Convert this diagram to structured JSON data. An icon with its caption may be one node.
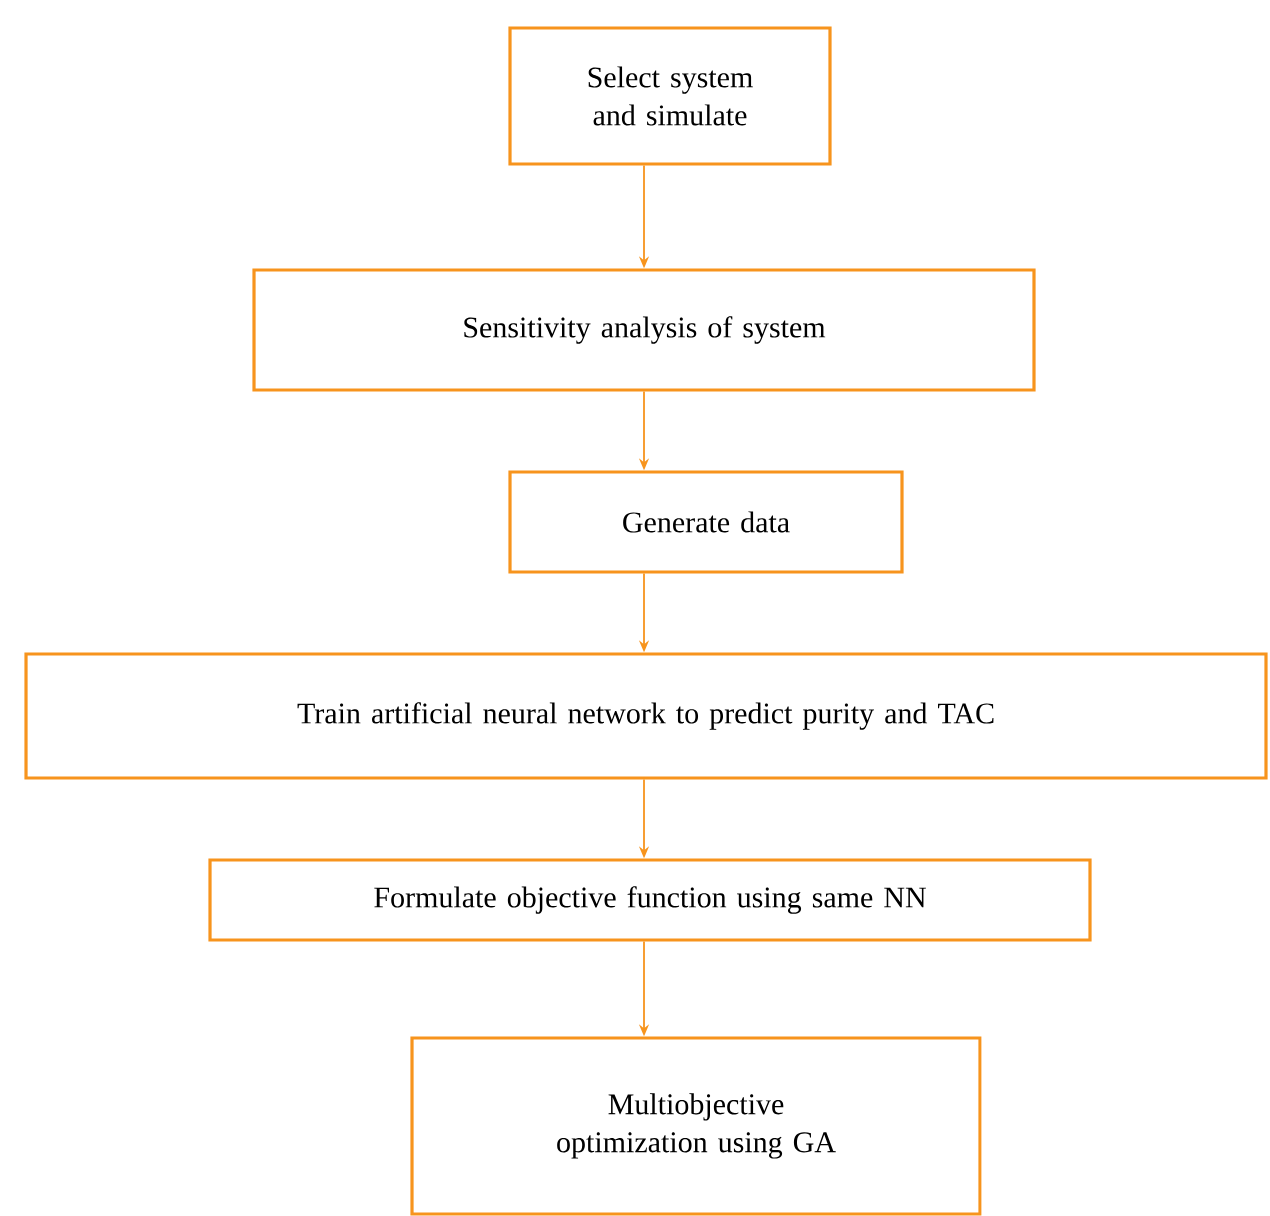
{
  "diagram": {
    "nodes": [
      {
        "text": [
          "Select system and simulate"
        ]
      },
      {
        "text": [
          "Sensitivity analysis of system"
        ]
      },
      {
        "text": [
          "Generate data"
        ]
      },
      {
        "text": [
          "Train artificial neural network to predict purity and TAC"
        ]
      },
      {
        "text": [
          "Formulate objective function using same NN"
        ]
      },
      {
        "text": [
          "Multiobjective optimization using GA"
        ]
      }
    ],
    "edges": [
      {
        "from": 0,
        "to": 1,
        "arrow": "to"
      },
      {
        "from": 1,
        "to": 2,
        "arrow": "to"
      },
      {
        "from": 2,
        "to": 3,
        "arrow": "to"
      },
      {
        "from": 3,
        "to": 4,
        "arrow": "to"
      },
      {
        "from": 4,
        "to": 5,
        "arrow": "to"
      }
    ]
  }
}
